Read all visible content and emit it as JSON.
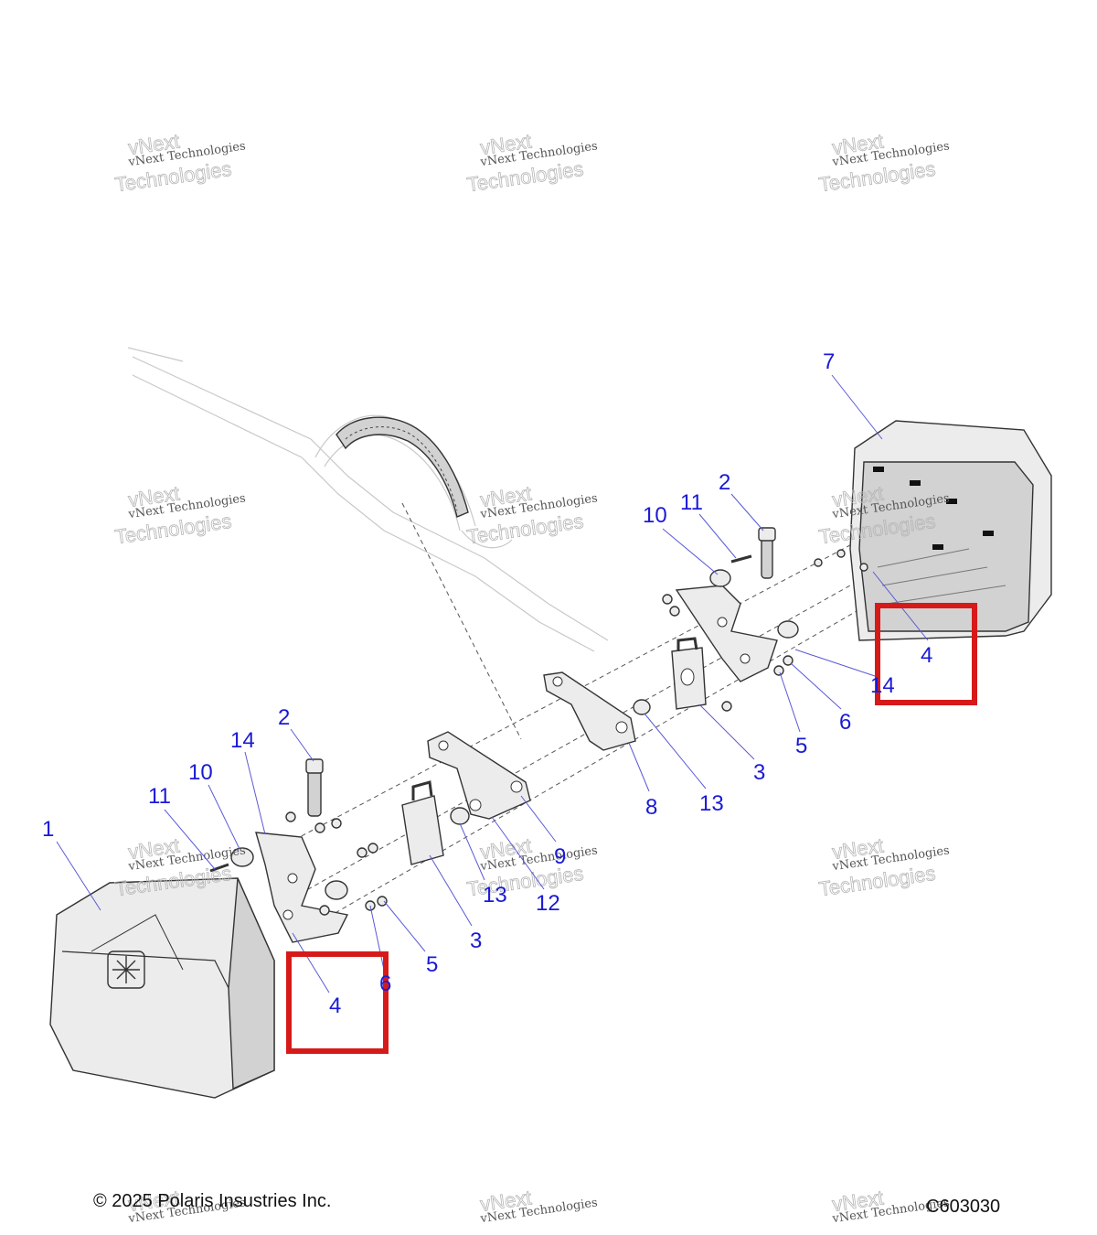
{
  "watermark": {
    "line1": "vNext Technologies",
    "line2": "vNext",
    "line3": "Technologies"
  },
  "callouts": [
    {
      "id": "c1",
      "label": "1"
    },
    {
      "id": "c2a",
      "label": "2"
    },
    {
      "id": "c2b",
      "label": "2"
    },
    {
      "id": "c3a",
      "label": "3"
    },
    {
      "id": "c3b",
      "label": "3"
    },
    {
      "id": "c4a",
      "label": "4"
    },
    {
      "id": "c4b",
      "label": "4"
    },
    {
      "id": "c5a",
      "label": "5"
    },
    {
      "id": "c5b",
      "label": "5"
    },
    {
      "id": "c6a",
      "label": "6"
    },
    {
      "id": "c6b",
      "label": "6"
    },
    {
      "id": "c7",
      "label": "7"
    },
    {
      "id": "c8",
      "label": "8"
    },
    {
      "id": "c9",
      "label": "9"
    },
    {
      "id": "c10a",
      "label": "10"
    },
    {
      "id": "c10b",
      "label": "10"
    },
    {
      "id": "c11a",
      "label": "11"
    },
    {
      "id": "c11b",
      "label": "11"
    },
    {
      "id": "c12",
      "label": "12"
    },
    {
      "id": "c13a",
      "label": "13"
    },
    {
      "id": "c13b",
      "label": "13"
    },
    {
      "id": "c14a",
      "label": "14"
    },
    {
      "id": "c14b",
      "label": "14"
    }
  ],
  "footer": {
    "copyright": "© 2025 Polaris Insustries Inc.",
    "code": "C603030"
  },
  "colors": {
    "callout": "#1a1ad6",
    "highlight": "#d61a1a"
  }
}
